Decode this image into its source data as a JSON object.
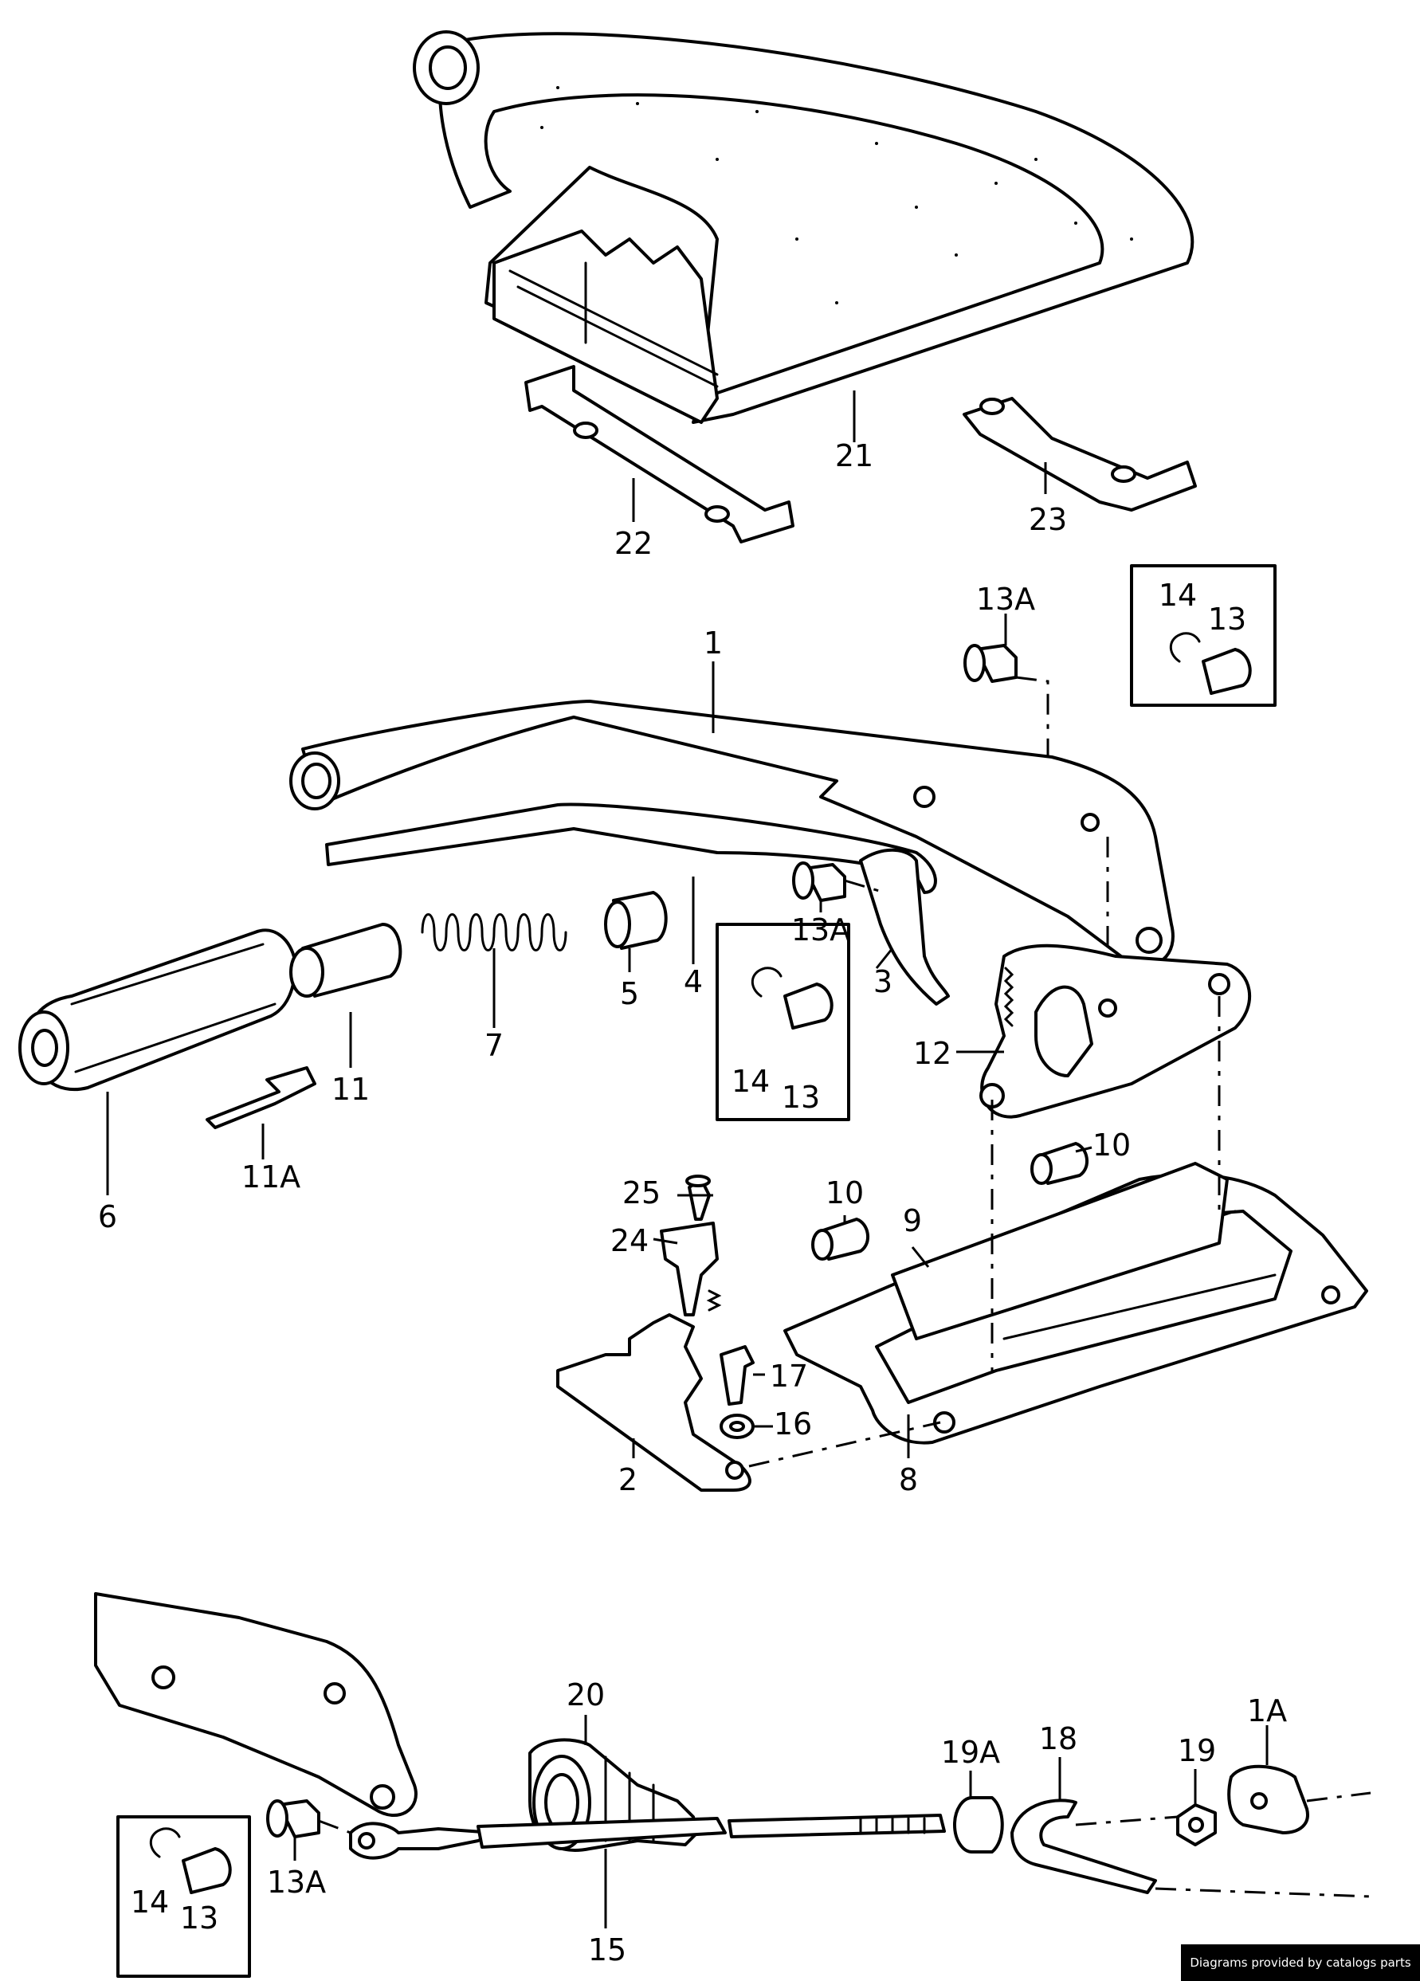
{
  "labels": {
    "p1": "1",
    "p1A": "1A",
    "p2": "2",
    "p3": "3",
    "p4": "4",
    "p5": "5",
    "p6": "6",
    "p7": "7",
    "p8": "8",
    "p9": "9",
    "p10a": "10",
    "p10b": "10",
    "p11": "11",
    "p11A": "11A",
    "p12": "12",
    "p13A_top": "13A",
    "p13A_mid": "13A",
    "p13A_bot": "13A",
    "p13_box1": "13",
    "p14_box1": "14",
    "p13_box2": "13",
    "p14_box2": "14",
    "p13_box3": "13",
    "p14_box3": "14",
    "p15": "15",
    "p16": "16",
    "p17": "17",
    "p18": "18",
    "p19": "19",
    "p19A": "19A",
    "p20": "20",
    "p21": "21",
    "p22": "22",
    "p23": "23",
    "p24": "24",
    "p25": "25"
  },
  "footer": {
    "text": "Diagrams provided by catalogs parts"
  }
}
